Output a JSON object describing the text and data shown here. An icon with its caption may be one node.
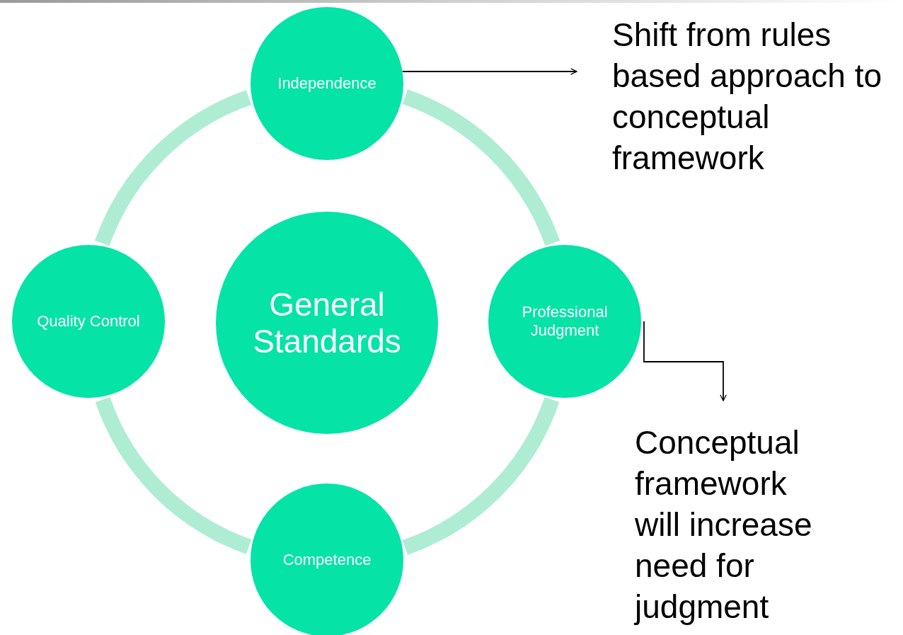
{
  "diagram": {
    "nodes": [
      {
        "text": [
          "General Standards"
        ]
      },
      {
        "text": [
          "Independence"
        ]
      },
      {
        "text": [
          "Professional Judgment"
        ]
      },
      {
        "text": [
          "Competence"
        ]
      },
      {
        "text": [
          "Quality Control"
        ]
      },
      {
        "text": [
          "Shift from rules based approach to conceptual framework"
        ]
      },
      {
        "text": [
          "Conceptual framework will increase need for judgment"
        ]
      }
    ],
    "edges": [
      {
        "from": 1,
        "to": 2,
        "arrow": "none"
      },
      {
        "from": 2,
        "to": 3,
        "arrow": "none"
      },
      {
        "from": 3,
        "to": 4,
        "arrow": "none"
      },
      {
        "from": 4,
        "to": 1,
        "arrow": "none"
      },
      {
        "from": 1,
        "to": 5,
        "arrow": "to",
        "color": "#000000"
      },
      {
        "from": 2,
        "to": 6,
        "arrow": "to",
        "color": "#000000"
      }
    ]
  }
}
